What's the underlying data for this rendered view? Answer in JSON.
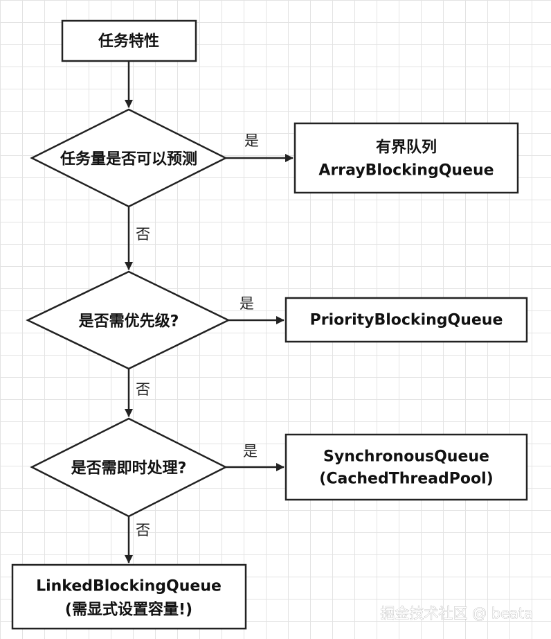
{
  "nodes": {
    "start": "任务特性",
    "decision_predictable": "任务量是否可以预测",
    "bounded_queue": {
      "line1": "有界队列",
      "line2": "ArrayBlockingQueue"
    },
    "decision_priority": "是否需优先级?",
    "priority_queue": "PriorityBlockingQueue",
    "decision_immediate": "是否需即时处理?",
    "sync_queue": {
      "line1": "SynchronousQueue",
      "line2": "(CachedThreadPool)"
    },
    "linked_queue": {
      "line1": "LinkedBlockingQueue",
      "line2": "(需显式设置容量!)"
    }
  },
  "edges": {
    "predictable_yes": "是",
    "predictable_no": "否",
    "priority_yes": "是",
    "priority_no": "否",
    "immediate_yes": "是",
    "immediate_no": "否"
  },
  "watermark": "掘金技术社区 @ beata",
  "colors": {
    "stroke": "#222222",
    "node_fill": "#ffffff",
    "grid": "#e3e3e3"
  }
}
